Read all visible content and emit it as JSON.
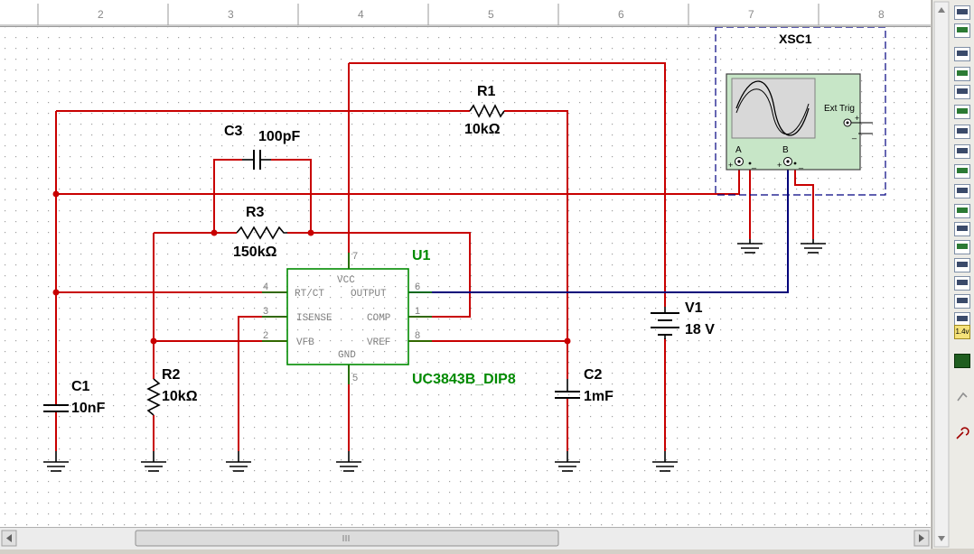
{
  "ruler": {
    "columns": [
      "2",
      "3",
      "4",
      "5",
      "6",
      "7",
      "8"
    ]
  },
  "components": {
    "R1": {
      "ref": "R1",
      "value": "10kΩ"
    },
    "R2": {
      "ref": "R2",
      "value": "10kΩ"
    },
    "R3": {
      "ref": "R3",
      "value": "150kΩ"
    },
    "C1": {
      "ref": "C1",
      "value": "10nF"
    },
    "C2": {
      "ref": "C2",
      "value": "1mF"
    },
    "C3": {
      "ref": "C3",
      "value": "100pF"
    },
    "V1": {
      "ref": "V1",
      "value": "18 V"
    },
    "U1": {
      "ref": "U1",
      "part": "UC3843B_DIP8",
      "pins": {
        "vcc": "VCC",
        "rtct": "RT/CT",
        "output": "OUTPUT",
        "isense": "ISENSE",
        "comp": "COMP",
        "vfb": "VFB",
        "vref": "VREF",
        "gnd": "GND"
      },
      "pin_numbers": {
        "p7": "7",
        "p4": "4",
        "p3": "3",
        "p2": "2",
        "p6": "6",
        "p1": "1",
        "p8": "8",
        "p5": "5"
      }
    },
    "XSC1": {
      "ref": "XSC1",
      "ext_trig": "Ext Trig",
      "channel_a": "A",
      "channel_b": "B",
      "plus": "+",
      "minus": "_"
    }
  },
  "colors": {
    "wire_red": "#c80000",
    "wire_blue": "#00007a",
    "component_green": "#008a00",
    "scope_body": "#c7e6c7",
    "grid_dot": "#a0a0a0"
  },
  "toolbar": {
    "icons": [
      "multimeter-icon",
      "function-generator-icon",
      "wattmeter-icon",
      "oscilloscope-icon",
      "four-channel-oscilloscope-icon",
      "bode-plotter-icon",
      "frequency-counter-icon",
      "word-generator-icon",
      "logic-converter-icon",
      "logic-analyzer-icon",
      "iv-analyzer-icon",
      "distortion-analyzer-icon",
      "spectrum-analyzer-icon",
      "network-analyzer-icon",
      "agilent-function-generator-icon",
      "agilent-multimeter-icon",
      "agilent-oscilloscope-icon",
      "tektronix-oscilloscope-icon",
      "measurement-probe-icon",
      "labview-instrument-icon",
      "current-probe-icon"
    ],
    "probe_label": "1.4v"
  }
}
